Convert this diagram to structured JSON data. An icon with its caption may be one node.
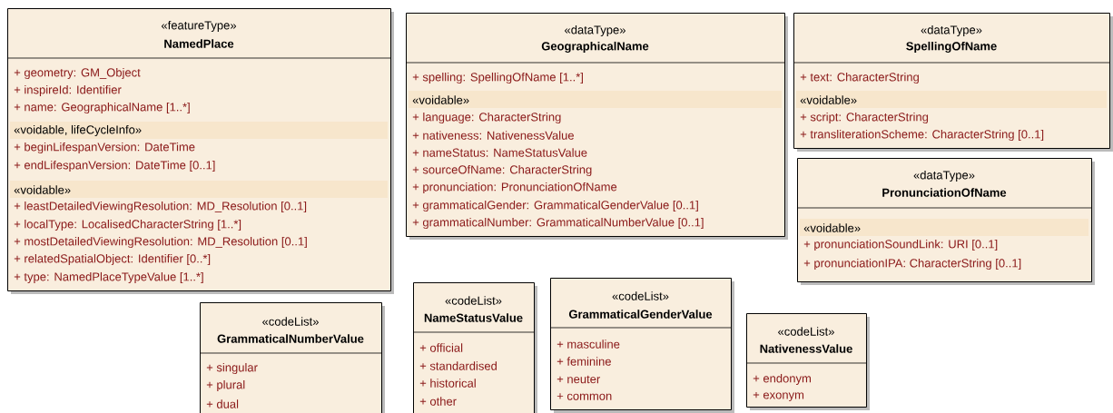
{
  "diagram": {
    "nodes": [
      {
        "text": [
          "«featureType»",
          "NamedPlace",
          "+ geometry: GM_Object",
          "+ inspireId: Identifier",
          "+ name: GeographicalName [1..*]",
          "«voidable, lifeCycleInfo»",
          "+ beginLifespanVersion: DateTime",
          "+ endLifespanVersion: DateTime [0..1]",
          "«voidable»",
          "+ leastDetailedViewingResolution: MD_Resolution [0..1]",
          "+ localType: LocalisedCharacterString [1..*]",
          "+ mostDetailedViewingResolution: MD_Resolution [0..1]",
          "+ relatedSpatialObject: Identifier [0..*]",
          "+ type: NamedPlaceTypeValue [1..*]"
        ]
      },
      {
        "text": [
          "«dataType»",
          "GeographicalName",
          "+ spelling: SpellingOfName [1..*]",
          "«voidable»",
          "+ language: CharacterString",
          "+ nativeness: NativenessValue",
          "+ nameStatus: NameStatusValue",
          "+ sourceOfName: CharacterString",
          "+ pronunciation: PronunciationOfName",
          "+ grammaticalGender: GrammaticalGenderValue [0..1]",
          "+ grammaticalNumber: GrammaticalNumberValue [0..1]"
        ]
      },
      {
        "text": [
          "«dataType»",
          "SpellingOfName",
          "+ text: CharacterString",
          "«voidable»",
          "+ script: CharacterString",
          "+ transliterationScheme: CharacterString [0..1]"
        ]
      },
      {
        "text": [
          "«dataType»",
          "PronunciationOfName",
          "«voidable»",
          "+ pronunciationSoundLink: URI [0..1]",
          "+ pronunciationIPA: CharacterString [0..1]"
        ]
      },
      {
        "text": [
          "«codeList»",
          "GrammaticalNumberValue",
          "+ singular",
          "+ plural",
          "+ dual"
        ]
      },
      {
        "text": [
          "«codeList»",
          "NameStatusValue",
          "+ official",
          "+ standardised",
          "+ historical",
          "+ other"
        ]
      },
      {
        "text": [
          "«codeList»",
          "GrammaticalGenderValue",
          "+ masculine",
          "+ feminine",
          "+ neuter",
          "+ common"
        ]
      },
      {
        "text": [
          "«codeList»",
          "NativenessValue",
          "+ endonym",
          "+ exonym"
        ]
      }
    ]
  }
}
